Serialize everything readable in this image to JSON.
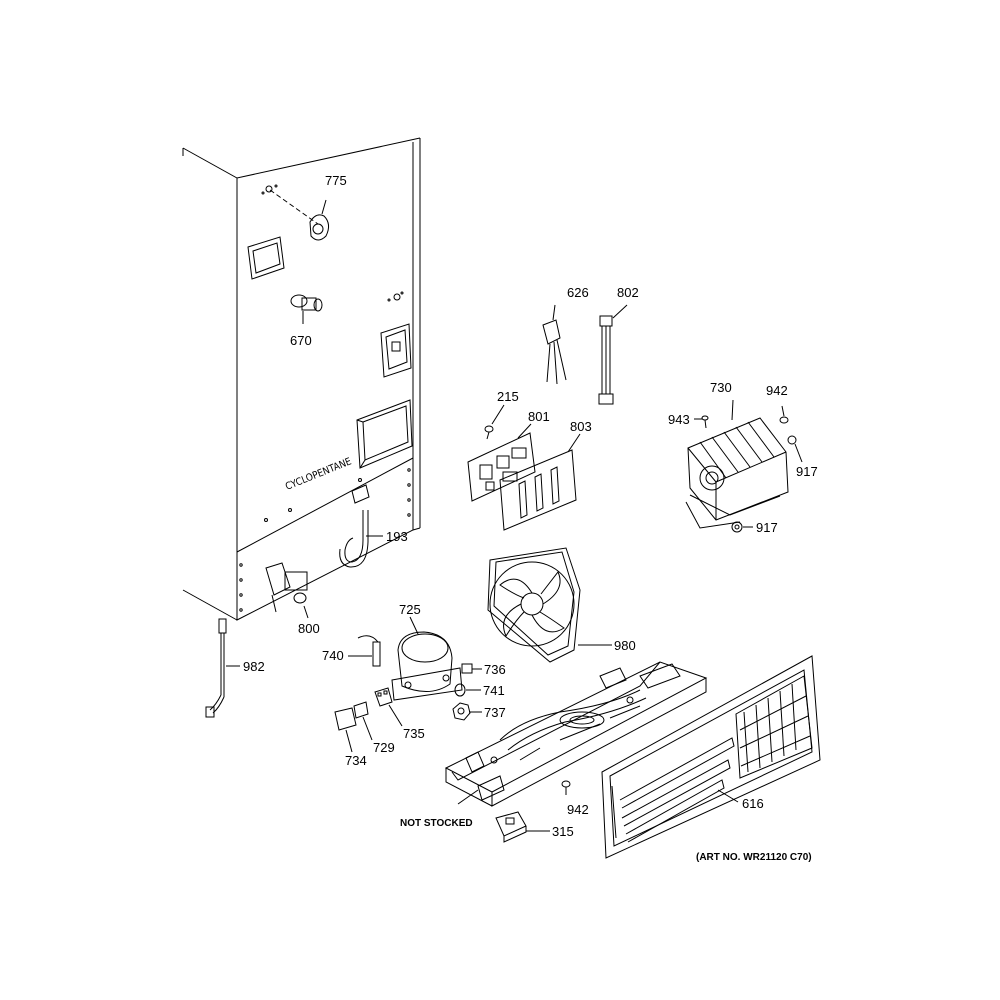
{
  "diagram": {
    "panel_stamp": "CYCLOPENTANE",
    "not_stocked_note": "NOT STOCKED",
    "art_number": "(ART NO. WR21120 C70)",
    "callouts": [
      {
        "id": "c775",
        "label": "775"
      },
      {
        "id": "c670",
        "label": "670"
      },
      {
        "id": "c193",
        "label": "193"
      },
      {
        "id": "c800",
        "label": "800"
      },
      {
        "id": "c982",
        "label": "982"
      },
      {
        "id": "c626",
        "label": "626"
      },
      {
        "id": "c802",
        "label": "802"
      },
      {
        "id": "c215",
        "label": "215"
      },
      {
        "id": "c801",
        "label": "801"
      },
      {
        "id": "c803",
        "label": "803"
      },
      {
        "id": "c730",
        "label": "730"
      },
      {
        "id": "c942a",
        "label": "942"
      },
      {
        "id": "c943",
        "label": "943"
      },
      {
        "id": "c917a",
        "label": "917"
      },
      {
        "id": "c917b",
        "label": "917"
      },
      {
        "id": "c980",
        "label": "980"
      },
      {
        "id": "c725",
        "label": "725"
      },
      {
        "id": "c740",
        "label": "740"
      },
      {
        "id": "c736",
        "label": "736"
      },
      {
        "id": "c741",
        "label": "741"
      },
      {
        "id": "c737",
        "label": "737"
      },
      {
        "id": "c735",
        "label": "735"
      },
      {
        "id": "c729",
        "label": "729"
      },
      {
        "id": "c734",
        "label": "734"
      },
      {
        "id": "c942b",
        "label": "942"
      },
      {
        "id": "c616",
        "label": "616"
      },
      {
        "id": "c315",
        "label": "315"
      }
    ]
  }
}
